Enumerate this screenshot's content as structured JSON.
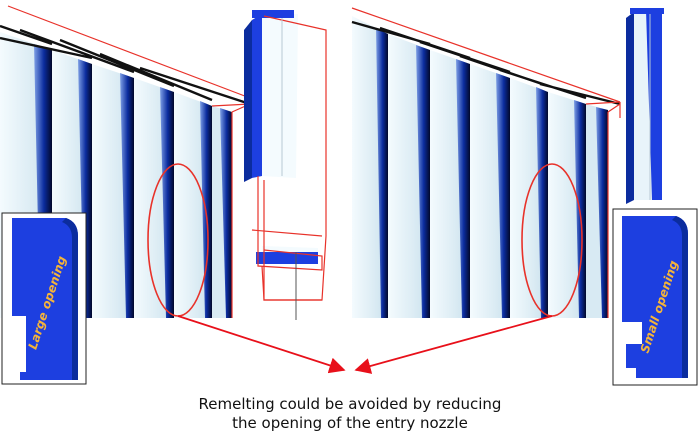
{
  "inset_left": {
    "label": "Large opening"
  },
  "inset_right": {
    "label": "Small opening"
  },
  "caption": {
    "line1": "Remelting could be avoided by reducing",
    "line2": "the opening of the entry nozzle"
  },
  "colors": {
    "outline": "#e8322a",
    "fin": "#e6f4fa",
    "fin_shadow": "#0b2c9e",
    "nozzle": "#1d3fe0",
    "label": "#f4b43a",
    "arrow": "#e8101a"
  }
}
